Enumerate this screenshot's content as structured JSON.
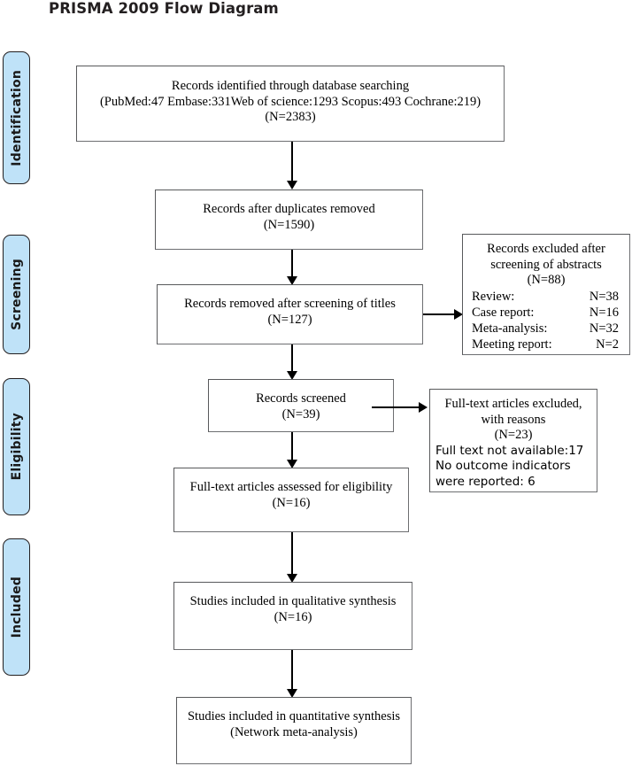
{
  "title": "PRISMA 2009 Flow Diagram",
  "stages": [
    {
      "label": "Identification"
    },
    {
      "label": "Screening"
    },
    {
      "label": "Eligibility"
    },
    {
      "label": "Included"
    }
  ],
  "boxes": {
    "identified": {
      "lines": [
        "Records identified through database searching",
        "(PubMed:47 Embase:331Web of science:1293 Scopus:493 Cochrane:219)",
        "(N=2383)"
      ]
    },
    "after_duplicates": {
      "lines": [
        "Records after duplicates removed",
        "(N=1590)"
      ]
    },
    "removed_titles": {
      "lines": [
        "Records removed after screening of titles",
        "(N=127)"
      ]
    },
    "excluded_abstracts": {
      "lines": [
        "Records excluded after",
        "screening of abstracts",
        "(N=88)"
      ],
      "reasons": [
        {
          "label": "Review:",
          "count": "N=38"
        },
        {
          "label": "Case report:",
          "count": "N=16"
        },
        {
          "label": "Meta-analysis:",
          "count": "N=32"
        },
        {
          "label": "Meeting report:",
          "count": "N=2"
        }
      ]
    },
    "screened": {
      "lines": [
        "Records screened",
        "(N=39)"
      ]
    },
    "fulltext_excluded": {
      "lines": [
        "Full-text articles excluded,",
        "with reasons",
        "(N=23)"
      ],
      "reasons": [
        "Full text not available:17",
        "No outcome indicators",
        "were reported: 6"
      ]
    },
    "fulltext_assessed": {
      "lines": [
        "Full-text articles assessed for eligibility",
        "(N=16)"
      ]
    },
    "qualitative": {
      "lines": [
        "Studies included in qualitative synthesis",
        "(N=16)"
      ]
    },
    "quantitative": {
      "lines": [
        "Studies included in quantitative synthesis",
        "(Network meta-analysis)"
      ]
    }
  },
  "colors": {
    "stage_tab_fill": "#bfe2f8",
    "stage_tab_border": "#231f20",
    "box_border": "#58595b",
    "connector": "#000000",
    "text": "#000000"
  }
}
